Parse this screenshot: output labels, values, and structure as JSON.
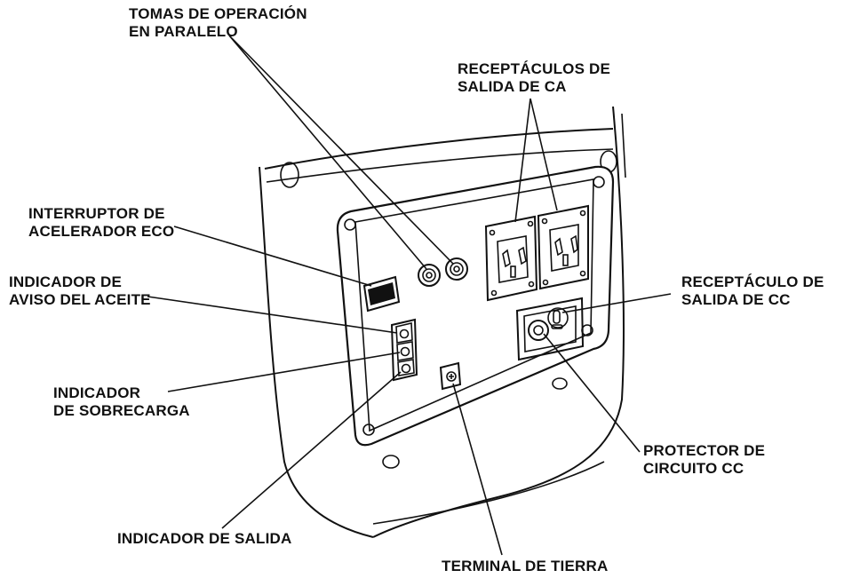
{
  "labels": {
    "parallel_sockets": [
      "TOMAS DE OPERACIÓN",
      "EN PARALELO"
    ],
    "ac_receptacles": [
      "RECEPTÁCULOS DE",
      "SALIDA DE CA"
    ],
    "eco_switch": [
      "INTERRUPTOR DE",
      "ACELERADOR ECO"
    ],
    "oil_warning": [
      "INDICADOR DE",
      "AVISO DEL ACEITE"
    ],
    "dc_receptacle": [
      "RECEPTÁCULO DE",
      "SALIDA DE CC"
    ],
    "overload": [
      "INDICADOR",
      "DE SOBRECARGA"
    ],
    "dc_breaker": [
      "PROTECTOR DE",
      "CIRCUITO CC"
    ],
    "output": [
      "INDICADOR DE SALIDA"
    ],
    "ground": [
      "TERMINAL DE TIERRA"
    ]
  }
}
